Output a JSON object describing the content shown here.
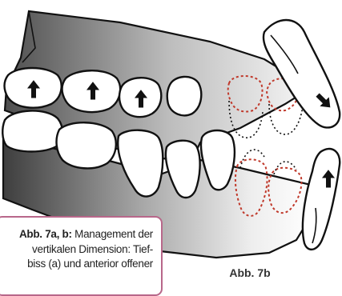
{
  "figure": {
    "label": "Abb. 7b",
    "caption": {
      "label": "Abb. 7a, b:",
      "line1": "Management der",
      "line2": "vertikalen Dimension: Tief-",
      "line3": "biss (a) und anterior offener"
    },
    "arrows": [
      {
        "name": "upper-premolar-2-arrow",
        "direction": "up"
      },
      {
        "name": "upper-premolar-1-arrow",
        "direction": "up"
      },
      {
        "name": "upper-canine-arrow",
        "direction": "up"
      },
      {
        "name": "upper-incisor-arrow",
        "direction": "down-right"
      },
      {
        "name": "lower-incisor-arrow",
        "direction": "up"
      }
    ],
    "colors": {
      "outline": "#111111",
      "dotted_outline": "#c0392b",
      "gray_dark": "#4a4a4a",
      "gray_light": "#f2f2f2",
      "caption_border": "#b8678a"
    }
  }
}
